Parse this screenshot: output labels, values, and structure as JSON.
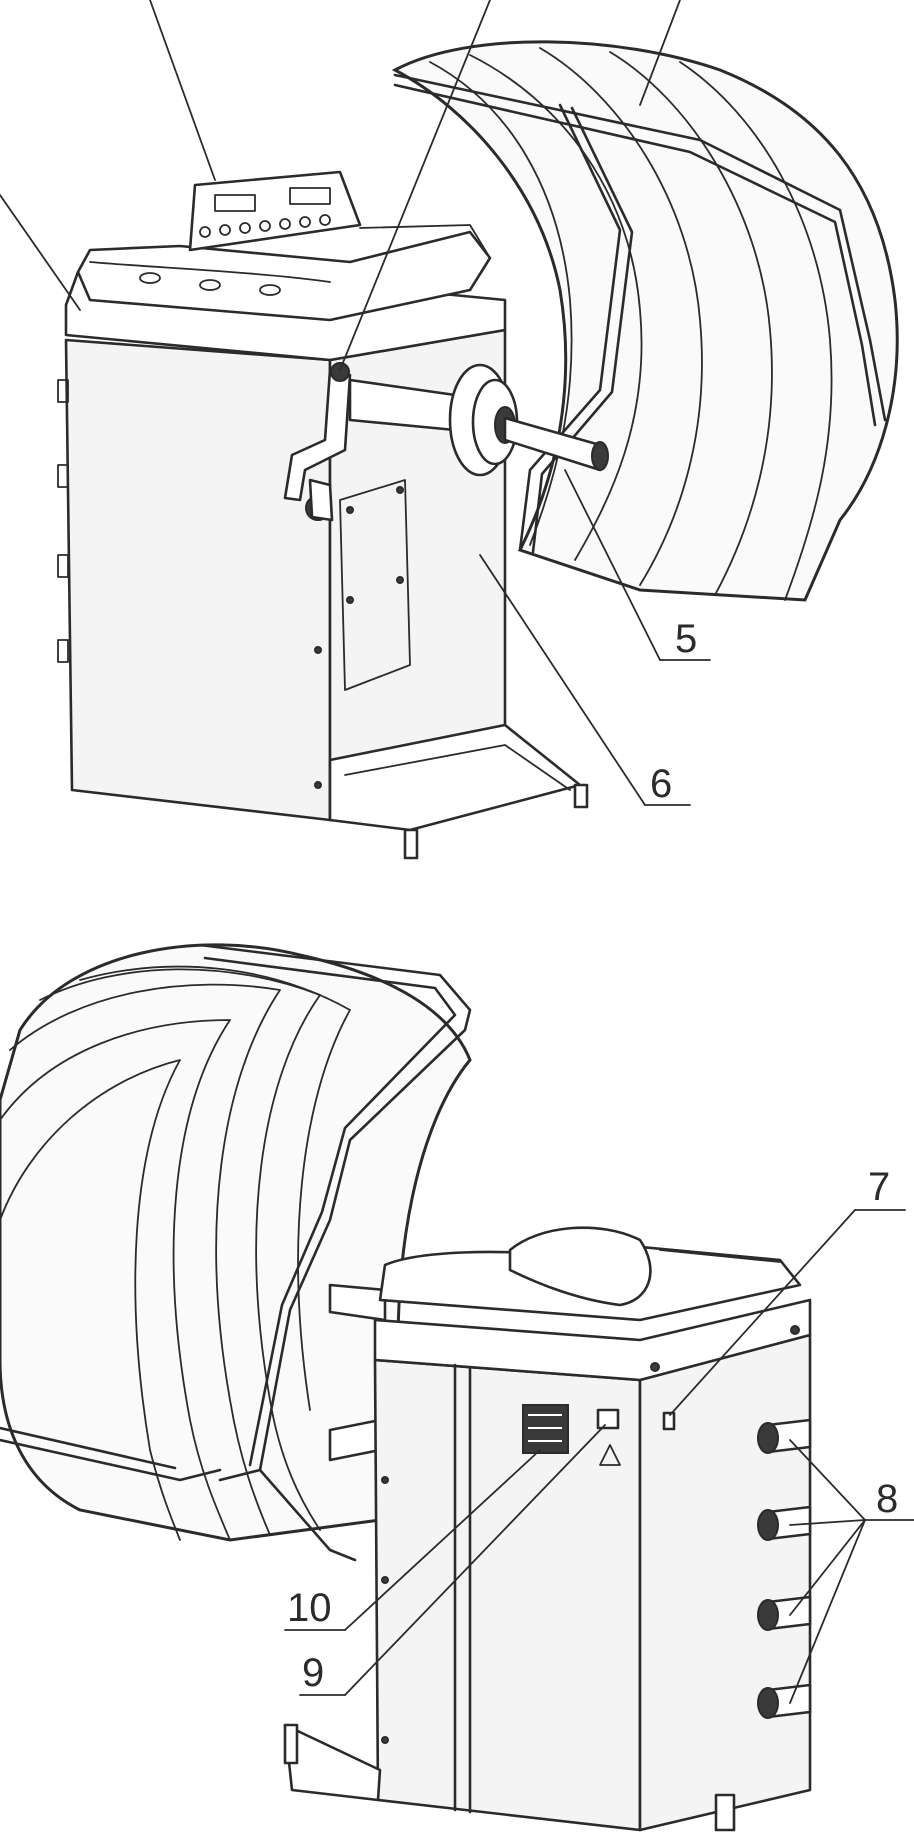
{
  "figure": {
    "callouts": [
      {
        "id": "5",
        "label": "5"
      },
      {
        "id": "6",
        "label": "6"
      },
      {
        "id": "7",
        "label": "7"
      },
      {
        "id": "8",
        "label": "8"
      },
      {
        "id": "9",
        "label": "9"
      },
      {
        "id": "10",
        "label": "10"
      }
    ]
  },
  "colors": {
    "line": "#2b2b2b",
    "background": "#ffffff",
    "panel": "#f4f4f4"
  }
}
